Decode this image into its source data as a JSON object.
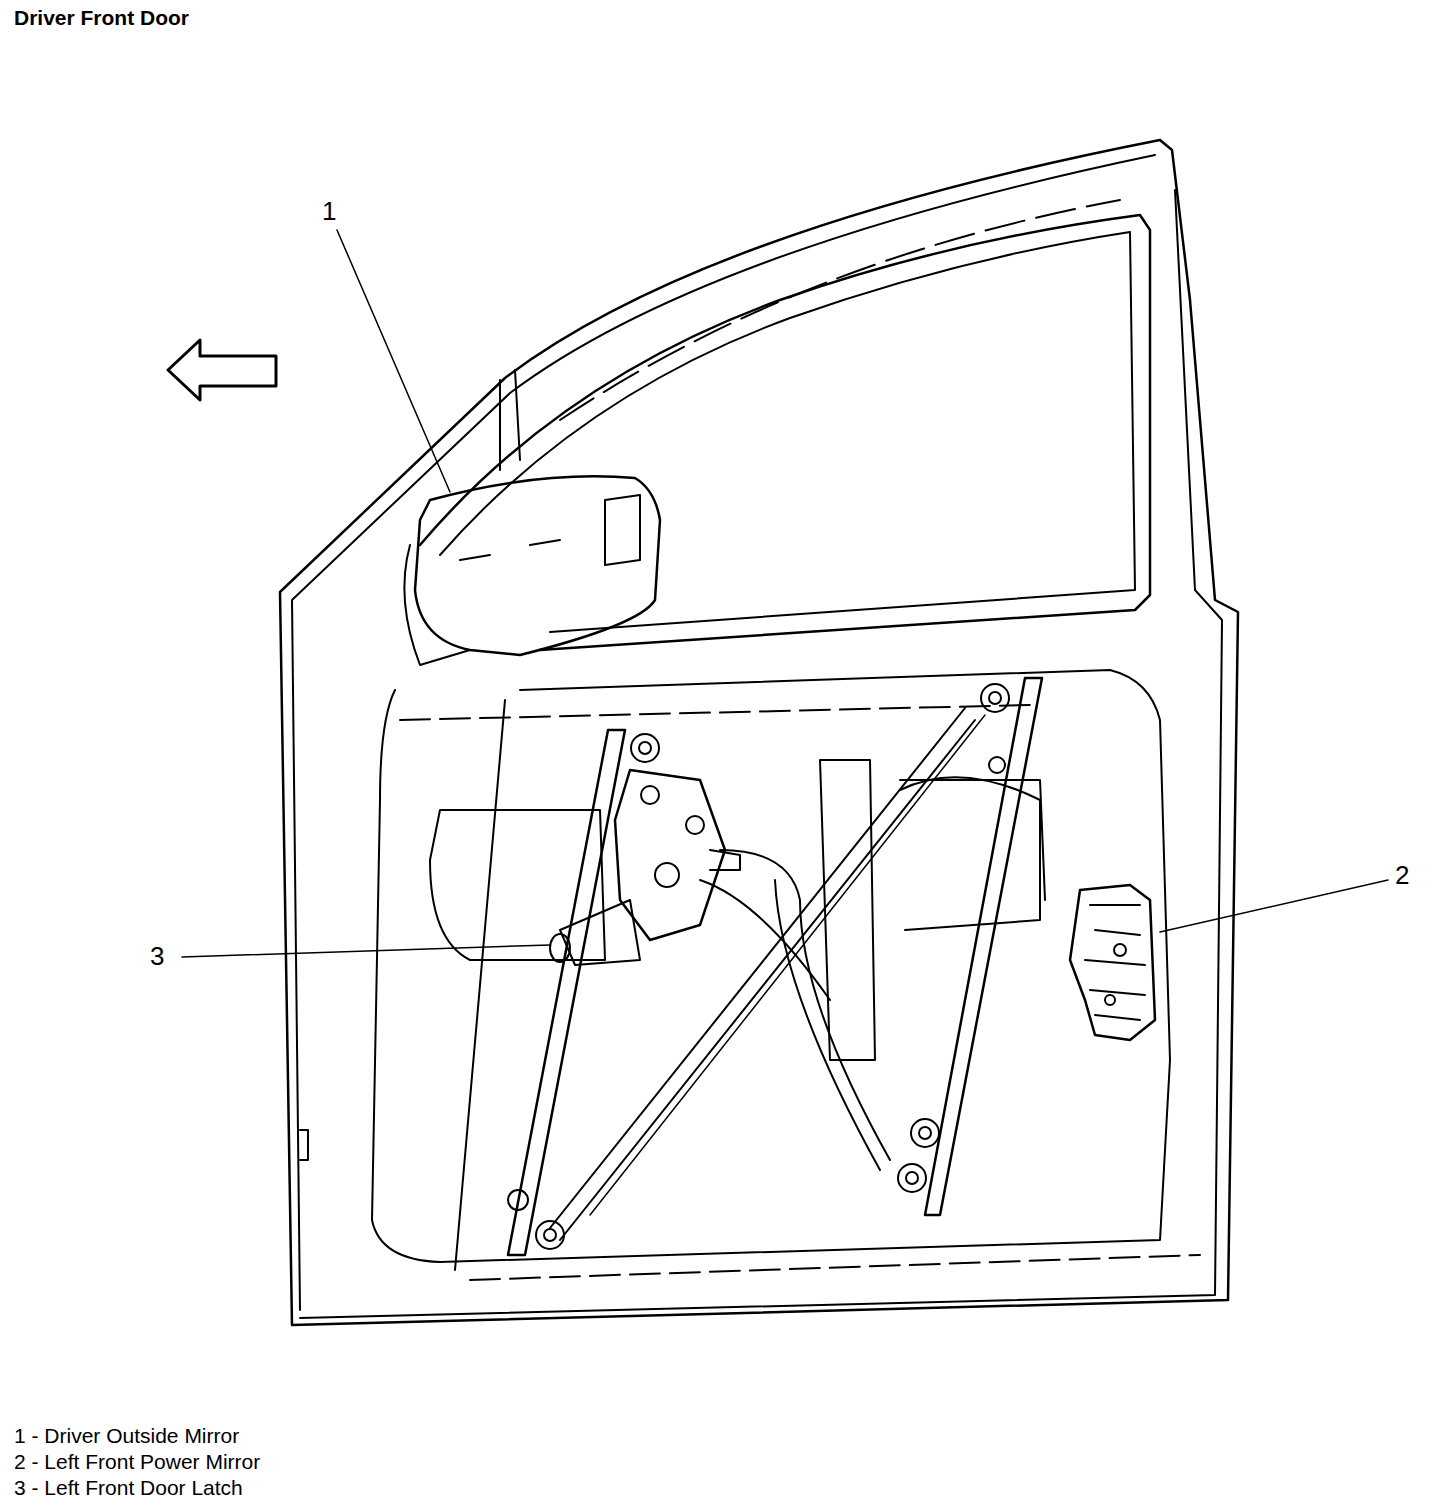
{
  "diagram": {
    "title": "Driver Front Door",
    "labels": [
      "1",
      "2",
      "3",
      "1 - Driver Outside Mirror",
      "2 - Left Front Power Mirror",
      "3 - Left Front Door Latch"
    ]
  }
}
